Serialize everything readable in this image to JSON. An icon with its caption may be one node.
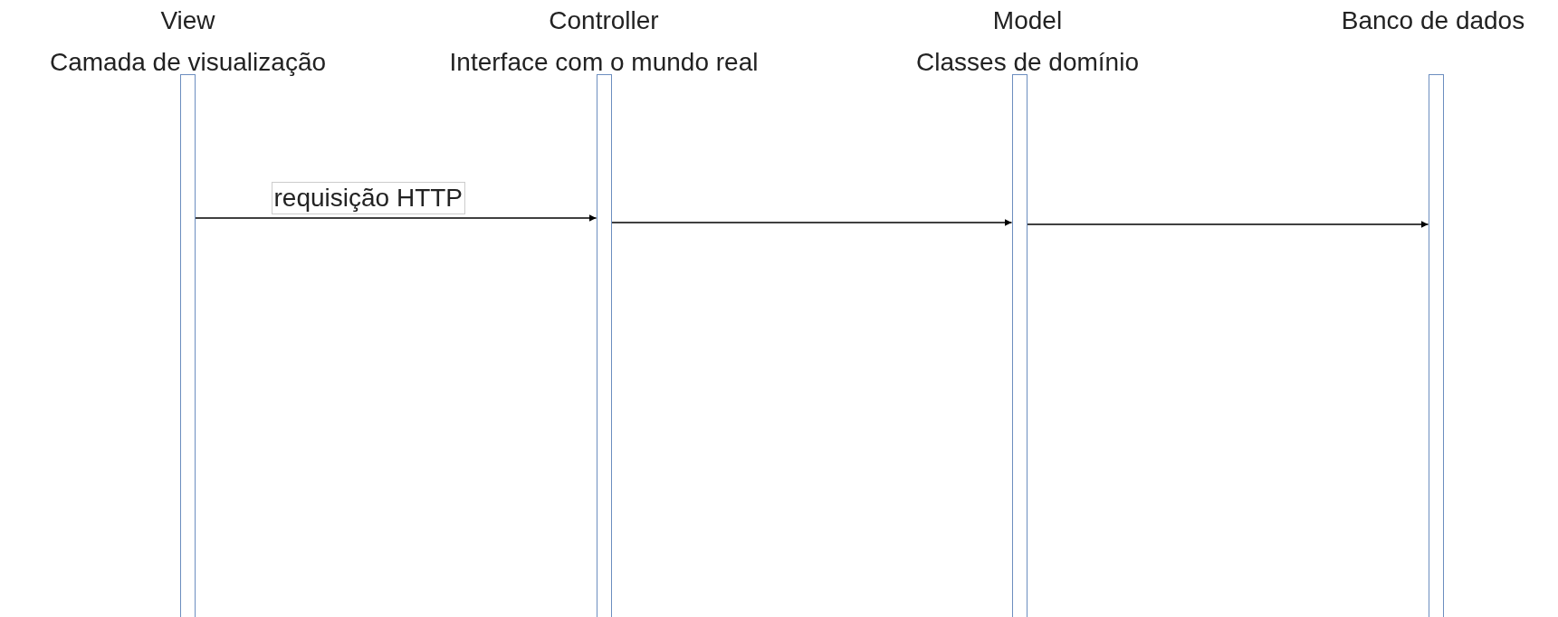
{
  "diagram": {
    "nodes": [
      {
        "text": [
          "View",
          "Camada de visualização"
        ]
      },
      {
        "text": [
          "Controller",
          "Interface com o mundo real"
        ]
      },
      {
        "text": [
          "Model",
          "Classes de domínio"
        ]
      },
      {
        "text": [
          "Banco de dados"
        ]
      }
    ],
    "edges": [
      {
        "from": 0,
        "to": 1,
        "arrow": "to",
        "label": "requisição HTTP"
      },
      {
        "from": 1,
        "to": 2,
        "arrow": "to"
      },
      {
        "from": 2,
        "to": 3,
        "arrow": "to"
      }
    ]
  }
}
